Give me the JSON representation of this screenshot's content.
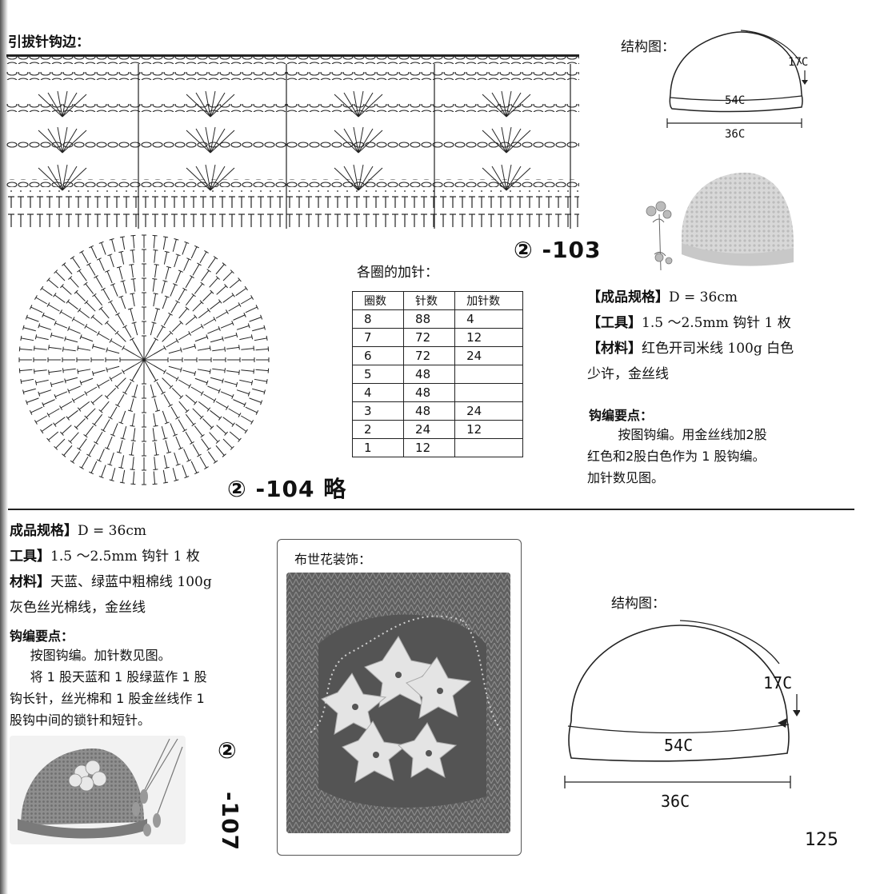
{
  "page": {
    "number": "125"
  },
  "top_section": {
    "edging_title": "引拔针钩边：",
    "pattern_103": "②  -103",
    "structure_title": "结构图：",
    "structure": {
      "crown": "17C",
      "circumference": "54C",
      "width": "36C"
    },
    "increase_title": "各圈的加针：",
    "table": {
      "headers": [
        "圈数",
        "针数",
        "加针数"
      ],
      "rows": [
        [
          "8",
          "88",
          "4"
        ],
        [
          "7",
          "72",
          "12"
        ],
        [
          "6",
          "72",
          "24"
        ],
        [
          "5",
          "48",
          ""
        ],
        [
          "4",
          "48",
          ""
        ],
        [
          "3",
          "48",
          "24"
        ],
        [
          "2",
          "24",
          "12"
        ],
        [
          "1",
          "12",
          ""
        ]
      ]
    },
    "pattern_104": "②  -104 略",
    "spec": {
      "size_label": "【成品规格】",
      "size_value": "D = 36cm",
      "tool_label": "【工具】",
      "tool_value": "1.5 ～2.5mm 钩针 1 枚",
      "material_label": "【材料】",
      "material_value": "红色开司米线 100g 白色",
      "material_cont": "少许，金丝线"
    },
    "points_title": "钩编要点：",
    "points": [
      "按图钩编。用金丝线加2股",
      "红色和2股白色作为 1 股钩编。",
      "加针数见图。"
    ]
  },
  "bottom_section": {
    "spec": {
      "size_label": "成品规格】",
      "size_value": "D = 36cm",
      "tool_label": "工具】",
      "tool_value": "1.5 ～2.5mm 钩针 1 枚",
      "material_label": "材料】",
      "material_value": "天蓝、绿蓝中粗棉线 100g",
      "material_cont": "灰色丝光棉线，金丝线"
    },
    "points_title": "钩编要点：",
    "points": [
      "按图钩编。加针数见图。",
      "将 1 股天蓝和 1 股绿蓝作 1 股",
      "钩长针，丝光棉和 1 股金丝线作 1",
      "股钩中间的锁针和短针。"
    ],
    "flower_title": "布世花装饰：",
    "pattern_107_a": "②",
    "pattern_107_b": "-107",
    "structure_title": "结构图：",
    "structure": {
      "crown": "17C",
      "circumference": "54C",
      "width": "36C"
    }
  }
}
